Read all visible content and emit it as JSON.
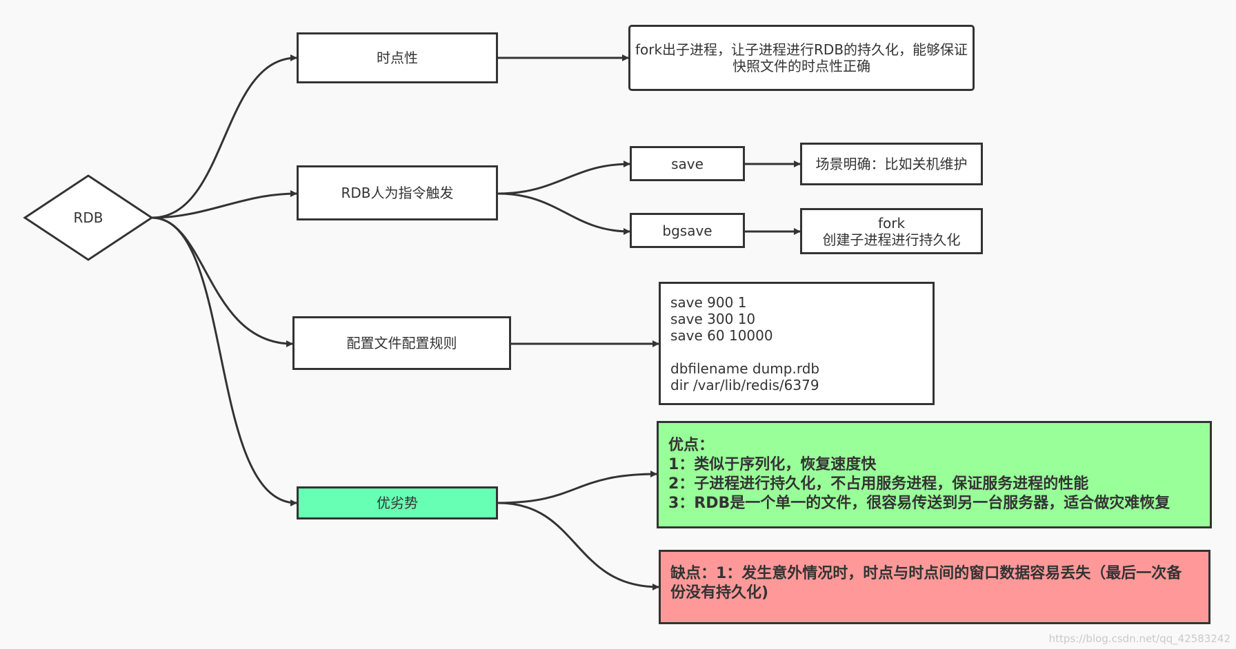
{
  "colors": {
    "stroke": "#333333",
    "node_fill": "#ffffff",
    "pros_fill": "#99ff99",
    "cons_fill": "#ff9999",
    "advantage_fill": "#66ffb3",
    "background": "#f9f9f9"
  },
  "root": {
    "label": "RDB"
  },
  "branches": {
    "point_in_time": {
      "label": "时点性",
      "detail": [
        "fork出子进程，让子进程进行RDB的持久化，能够保证",
        "快照文件的时点性正确"
      ]
    },
    "manual_trigger": {
      "label": "RDB人为指令触发",
      "save": {
        "label": "save",
        "note": "场景明确：比如关机维护"
      },
      "bgsave": {
        "label": "bgsave",
        "note": [
          "fork",
          "创建子进程进行持久化"
        ]
      }
    },
    "config_rules": {
      "label": "配置文件配置规则",
      "detail": [
        "save 900 1",
        "save 300 10",
        "save 60 10000",
        "",
        "dbfilename dump.rdb",
        "dir /var/lib/redis/6379"
      ]
    },
    "pros_cons": {
      "label": "优劣势",
      "pros": [
        "优点：",
        "1：类似于序列化，恢复速度快",
        "2：子进程进行持久化，不占用服务进程，保证服务进程的性能",
        "3：RDB是一个单一的文件，很容易传送到另一台服务器，适合做灾难恢复"
      ],
      "cons": [
        "缺点：1：发生意外情况时，时点与时点间的窗口数据容易丢失（最后一次备",
        "份没有持久化)"
      ]
    }
  },
  "watermark": "https://blog.csdn.net/qq_42583242"
}
